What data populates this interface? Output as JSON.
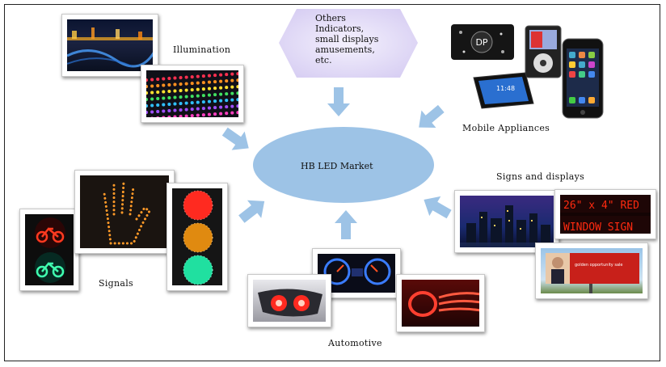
{
  "center": {
    "label": "HB LED Market"
  },
  "categories": {
    "illumination": "Illumination",
    "others": [
      "Others",
      "Indicators,",
      "small displays",
      "amusements,",
      "etc."
    ],
    "mobile": "Mobile Appliances",
    "signs": "Signs and displays",
    "signals": "Signals",
    "automotive": "Automotive"
  },
  "photo_text": {
    "sign_top": "26\" x 4\" RED",
    "sign_bottom": "WINDOW SIGN",
    "device_logo": "DP",
    "tablet_time": "11:48",
    "billboard": "golden opportunity sale"
  },
  "colors": {
    "ellipse": "#9dc3e6",
    "arrow": "#9dc3e6",
    "hexagon": "#e6e0f7",
    "led_red": "#ff2a10"
  }
}
